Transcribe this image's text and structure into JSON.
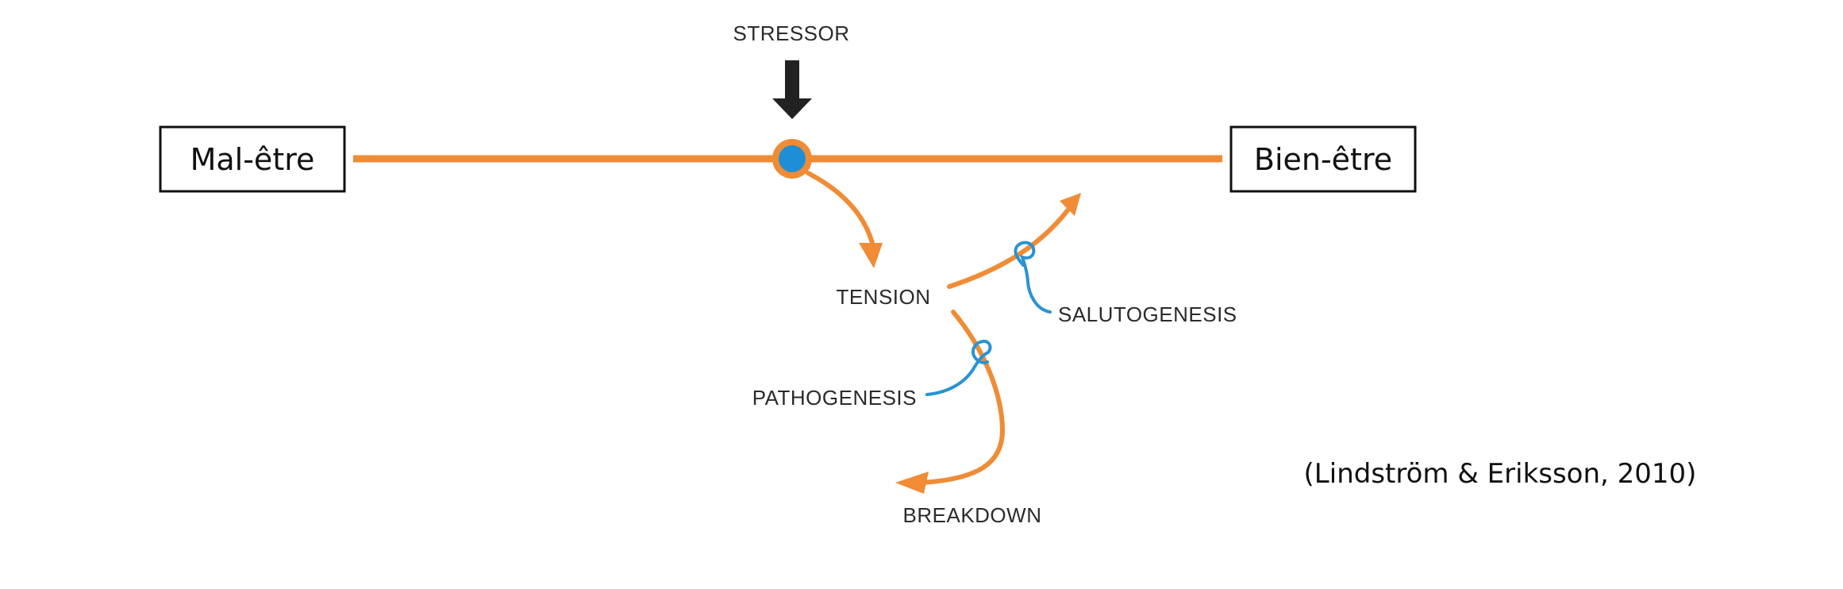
{
  "diagram": {
    "left_state": "Mal-être",
    "right_state": "Bien-être",
    "stressor": "STRESSOR",
    "tension": "TENSION",
    "salutogenesis": "SALUTOGENESIS",
    "pathogenesis": "PATHOGENESIS",
    "breakdown": "BREAKDOWN",
    "citation": "(Lindström & Eriksson, 2010)"
  },
  "colors": {
    "continuum": "#ef8c35",
    "node_fill": "#1e8fd6",
    "hook": "#2a93d1",
    "arrow_dark": "#222222",
    "box_border": "#111111"
  }
}
